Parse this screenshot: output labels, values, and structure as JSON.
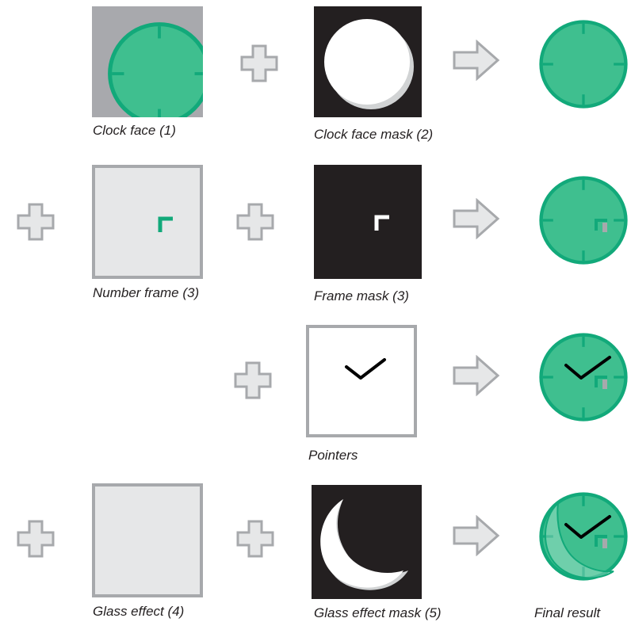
{
  "captions": {
    "clock_face": "Clock face (1)",
    "clock_face_mask": "Clock face mask (2)",
    "number_frame": "Number frame (3)",
    "frame_mask": "Frame mask (3)",
    "pointers": "Pointers",
    "glass_effect": "Glass effect (4)",
    "glass_effect_mask": "Glass effect mask (5)",
    "final_result": "Final result"
  },
  "colors": {
    "clock_green": "#3fbf8f",
    "clock_rim": "#12a97a",
    "tile_grey": "#a8a9ad",
    "tile_black": "#231f20",
    "tile_light": "#e6e7e8",
    "outline_grey": "#a7a9ac",
    "shadow_grey": "#d1d3d4"
  },
  "icons": [
    "plus-icon",
    "arrow-right-icon"
  ]
}
